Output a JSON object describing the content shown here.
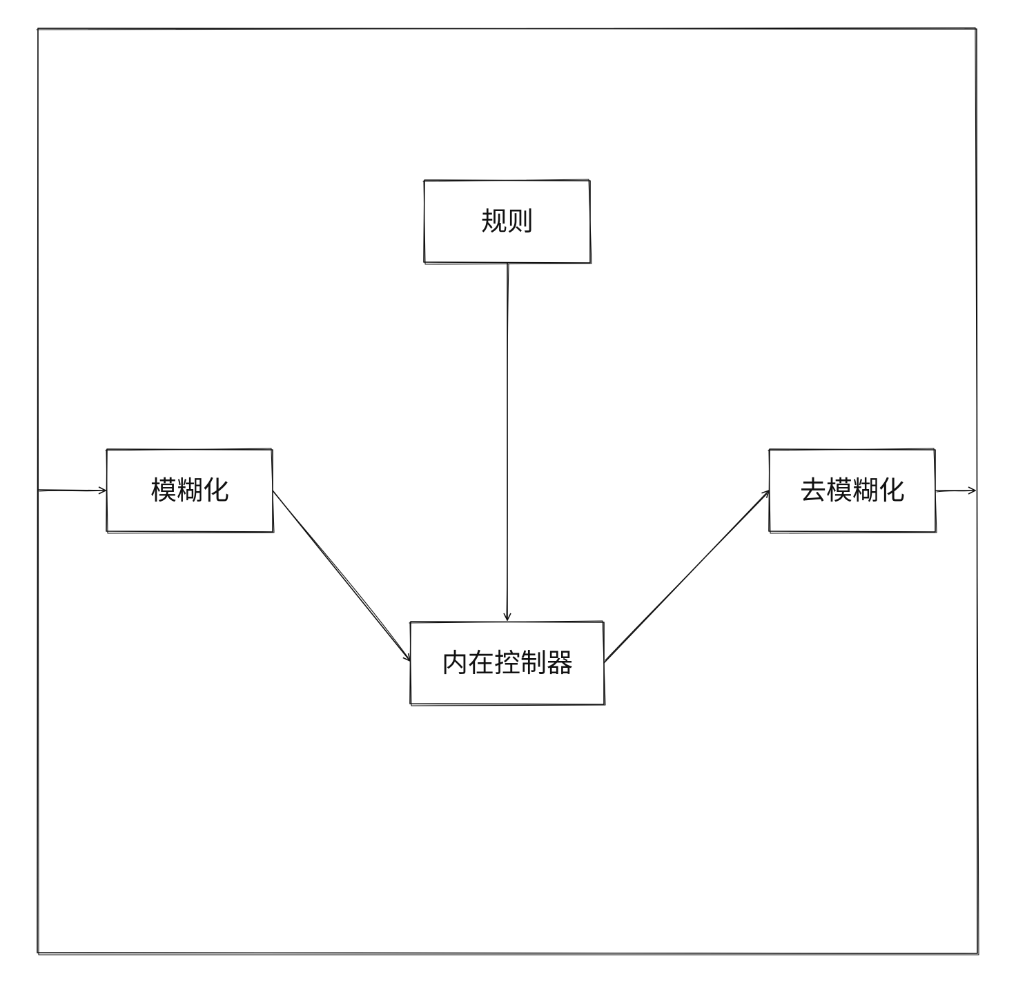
{
  "colors": {
    "stroke": "#111111",
    "background": "#ffffff"
  },
  "nodes": {
    "rules": {
      "label": "规则"
    },
    "fuzzify": {
      "label": "模糊化"
    },
    "inference": {
      "label": "内在控制器"
    },
    "defuzzify": {
      "label": "去模糊化"
    }
  },
  "edges": [
    {
      "from": "input",
      "to": "fuzzify"
    },
    {
      "from": "fuzzify",
      "to": "inference"
    },
    {
      "from": "rules",
      "to": "inference"
    },
    {
      "from": "inference",
      "to": "defuzzify"
    },
    {
      "from": "defuzzify",
      "to": "output"
    }
  ]
}
